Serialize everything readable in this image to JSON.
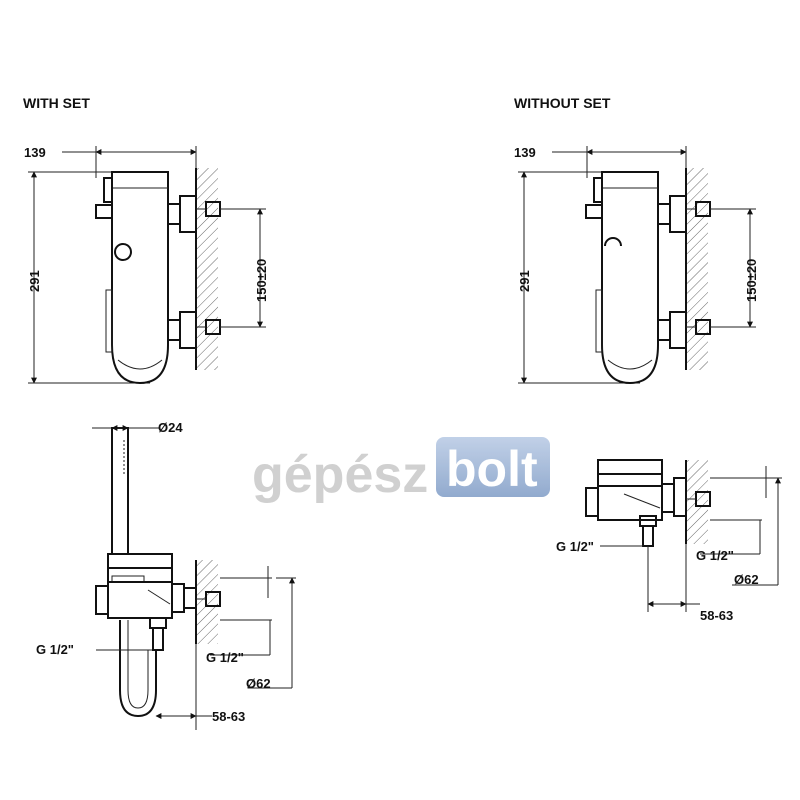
{
  "views": {
    "with_set": {
      "title": "WITH SET",
      "dim_width": "139",
      "dim_height": "291",
      "dim_spacing": "150±20",
      "dim_diameter_small": "Ø24",
      "dim_thread_left": "G 1/2\"",
      "dim_thread_right": "G 1/2\"",
      "dim_diameter": "Ø62",
      "dim_depth": "58-63"
    },
    "without_set": {
      "title": "WITHOUT SET",
      "dim_width": "139",
      "dim_height": "291",
      "dim_spacing": "150±20",
      "dim_thread_left": "G 1/2\"",
      "dim_thread_right": "G 1/2\"",
      "dim_diameter": "Ø62",
      "dim_depth": "58-63"
    }
  },
  "watermark": {
    "part1": "gépész",
    "part2": "bolt",
    "text_color": "#c8c8c8",
    "badge_color": "#8ea9cf"
  }
}
